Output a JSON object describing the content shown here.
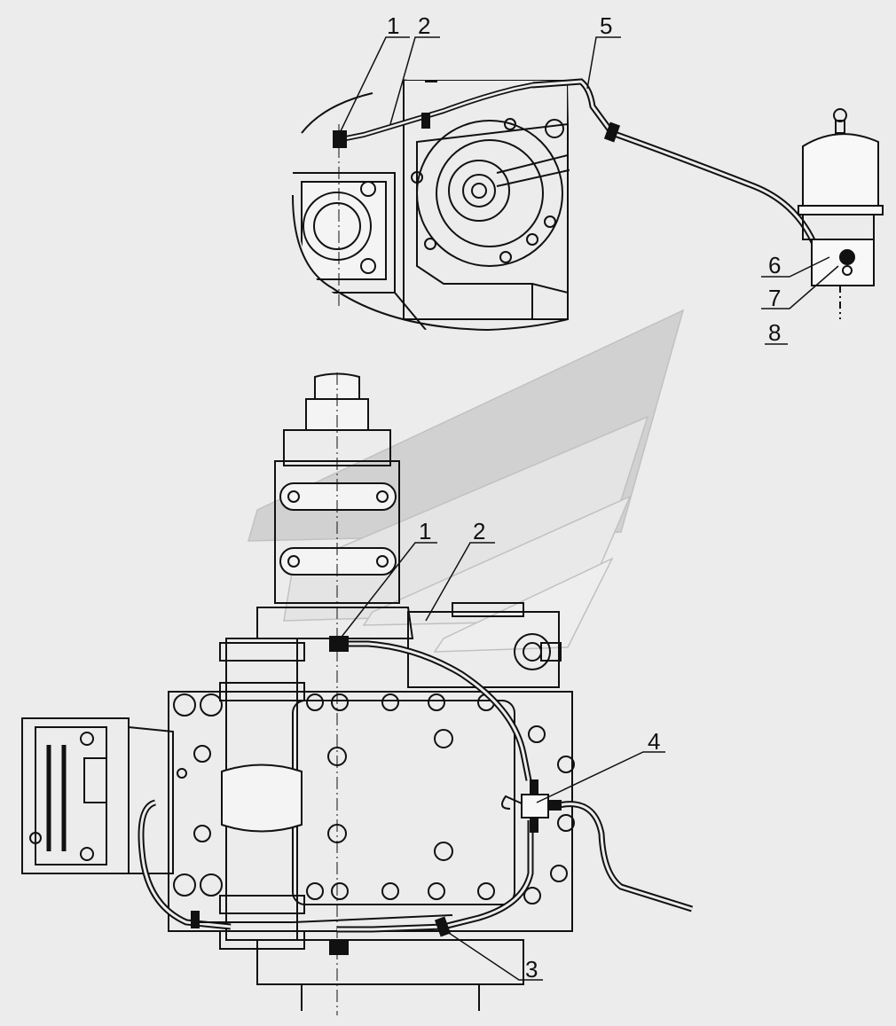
{
  "drawing": {
    "bg_color": "#ececec",
    "line_color": "#111111",
    "watermark_color": "#cfcfcf",
    "white": "#ffffff"
  },
  "detail_view": {
    "callouts": [
      "1",
      "2",
      "5",
      "6",
      "7",
      "8"
    ]
  },
  "main_view": {
    "callouts": [
      "1",
      "2",
      "3",
      "4"
    ]
  }
}
